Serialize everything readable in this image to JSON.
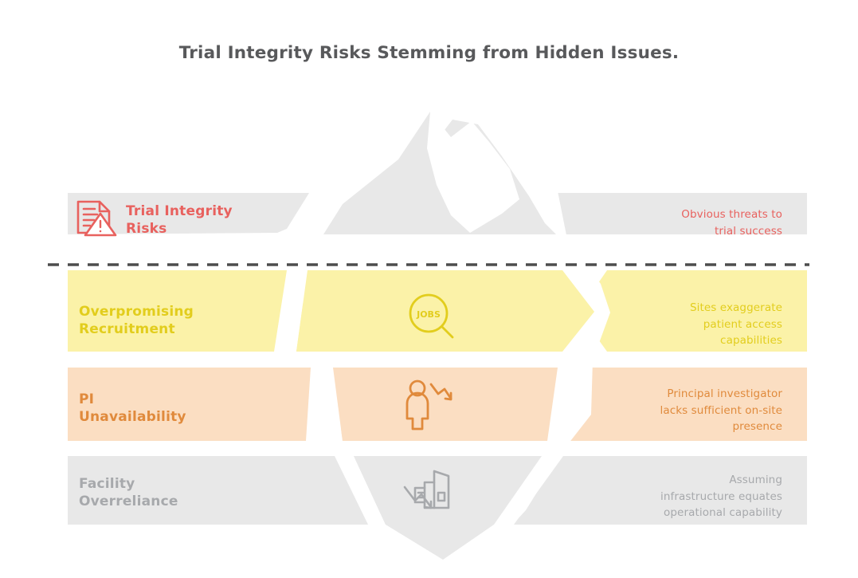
{
  "page": {
    "title": "Trial Integrity Risks Stemming from Hidden Issues.",
    "background": "#ffffff",
    "type": "iceberg-infographic"
  },
  "waterline": {
    "name": "waterline-divider",
    "style": "dashed",
    "color": "#4d4d4d"
  },
  "iceberg": {
    "above_water_fill": "#e8e8e8",
    "below_water_fill": "#eaeaea",
    "outline": "#ffffff"
  },
  "rows": [
    {
      "id": "trial-integrity-risks",
      "position": "above-water",
      "label": "Trial Integrity\nRisks",
      "description": "Obvious threats to\ntrial success",
      "icon": "document-warning-icon",
      "icon_label": "",
      "band_color": "#e8e8e8",
      "text_color": "#e8615e"
    },
    {
      "id": "overpromising-recruitment",
      "position": "below-water",
      "label": "Overpromising\nRecruitment",
      "description": "Sites exaggerate\npatient access\ncapabilities",
      "icon": "magnifier-jobs-icon",
      "icon_label": "JOBS",
      "band_color": "#fbf2a8",
      "text_color": "#e2cd1d"
    },
    {
      "id": "pi-unavailability",
      "position": "below-water",
      "label": "PI\nUnavailability",
      "description": "Principal investigator\nlacks sufficient on-site\npresence",
      "icon": "person-down-arrow-icon",
      "icon_label": "",
      "band_color": "#fbdec2",
      "text_color": "#e08a3c"
    },
    {
      "id": "facility-overreliance",
      "position": "below-water",
      "label": "Facility\nOverreliance",
      "description": "Assuming\ninfrastructure equates\noperational capability",
      "icon": "factory-down-arrow-icon",
      "icon_label": "",
      "band_color": "#e8e8e8",
      "text_color": "#a7a9ac"
    }
  ]
}
